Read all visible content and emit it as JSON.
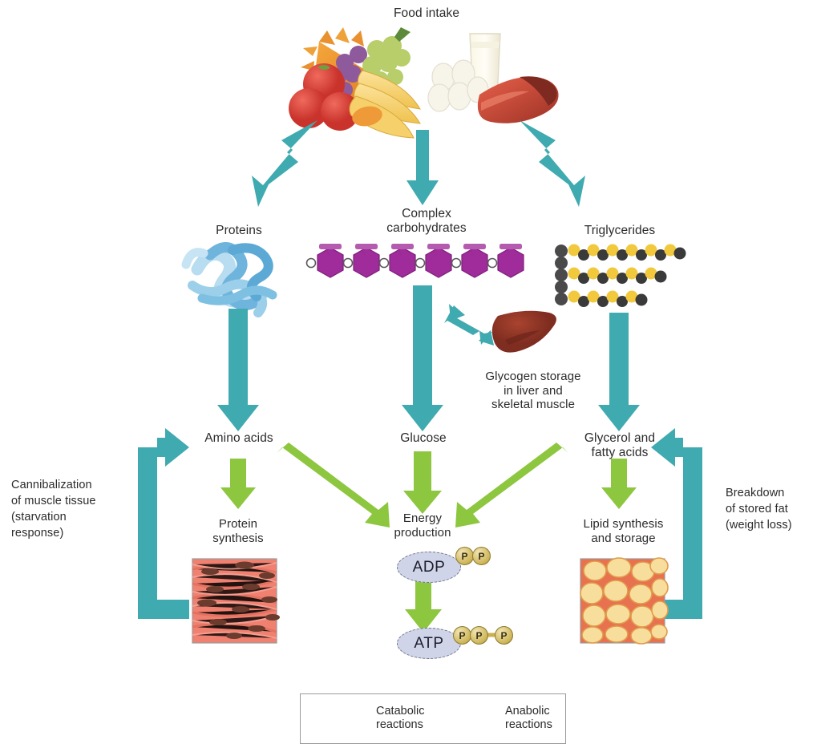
{
  "diagram": {
    "title": "Food intake",
    "nodes": {
      "food_intake": "Food intake",
      "proteins": "Proteins",
      "complex_carbohydrates": "Complex\ncarbohydrates",
      "triglycerides": "Triglycerides",
      "glycogen_storage": "Glycogen storage\nin liver and\nskeletal muscle",
      "amino_acids": "Amino acids",
      "glucose": "Glucose",
      "glycerol_fatty_acids": "Glycerol and\nfatty acids",
      "protein_synthesis": "Protein\nsynthesis",
      "energy_production": "Energy\nproduction",
      "lipid_synthesis": "Lipid synthesis\nand storage",
      "cannibalization": "Cannibalization\nof muscle tissue\n(starvation\nresponse)",
      "breakdown": "Breakdown\nof stored fat\n(weight loss)",
      "adp": "ADP",
      "atp": "ATP",
      "phosphate": "P"
    },
    "legend": {
      "catabolic_label": "Catabolic\nreactions",
      "anabolic_label": "Anabolic\nreactions",
      "catabolic_color": "#3FAAB0",
      "anabolic_color": "#8DC63F"
    },
    "colors": {
      "catabolic_arrow": "#3FAAB0",
      "anabolic_arrow": "#8DC63F",
      "carbohydrate_hexagon": "#A02C9C",
      "carbohydrate_cap": "#B45BB0",
      "protein_ribbon": "#6FB4DC",
      "protein_ribbon_light": "#B8DCF0",
      "fatty_acid": "#F2C83C",
      "glycerol_backbone": "#4A4A4A",
      "liver": "#9B3B2A",
      "muscle_tissue": "#F08070",
      "adipose_tissue": "#F5D98C",
      "text": "#2b2b2b"
    },
    "molecule_counts": {
      "carbohydrate_units": 6,
      "adp_phosphates": 2,
      "atp_phosphates": 3,
      "triglyceride_chains": 3
    }
  }
}
